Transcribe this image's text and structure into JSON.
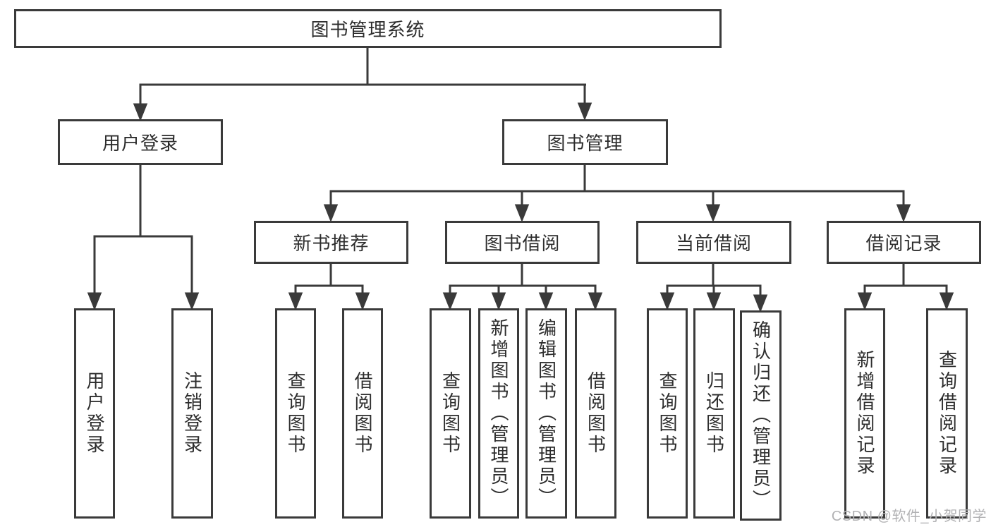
{
  "diagram_type": "hierarchy-flowchart",
  "tree": {
    "label": "图书管理系统",
    "children": [
      {
        "label": "用户登录",
        "children": [
          {
            "label": "用户登录"
          },
          {
            "label": "注销登录"
          }
        ]
      },
      {
        "label": "图书管理",
        "children": [
          {
            "label": "新书推荐",
            "children": [
              {
                "label": "查询图书"
              },
              {
                "label": "借阅图书"
              }
            ]
          },
          {
            "label": "图书借阅",
            "children": [
              {
                "label": "查询图书"
              },
              {
                "label": "新增图书（管理员）"
              },
              {
                "label": "编辑图书（管理员）"
              },
              {
                "label": "借阅图书"
              }
            ]
          },
          {
            "label": "当前借阅",
            "children": [
              {
                "label": "查询图书"
              },
              {
                "label": "归还图书"
              },
              {
                "label": "确认归还（管理员）"
              }
            ]
          },
          {
            "label": "借阅记录",
            "children": [
              {
                "label": "新增借阅记录"
              },
              {
                "label": "查询借阅记录"
              }
            ]
          }
        ]
      }
    ]
  },
  "watermark": {
    "text": "CSDN @软件_小贺同学"
  },
  "colors": {
    "line": "#3a3a3a",
    "box_border": "#3a3a3a",
    "text": "#2d2d2d",
    "background": "#ffffff",
    "watermark": "#b2b2b4"
  }
}
